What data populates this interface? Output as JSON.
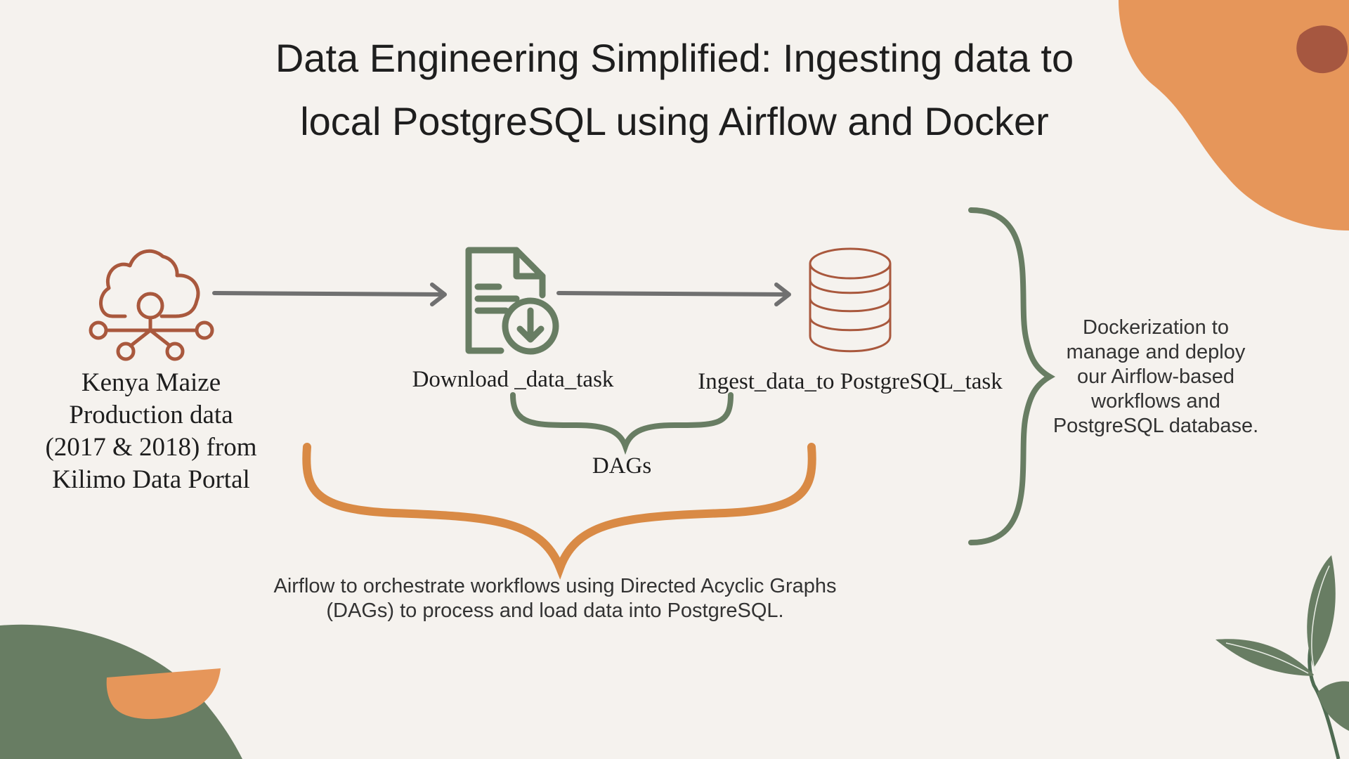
{
  "title": {
    "line1": "Data Engineering Simplified: Ingesting data to",
    "line2": "local PostgreSQL using Airflow and Docker"
  },
  "nodes": {
    "source": {
      "icon": "cloud-network-icon",
      "lines": [
        "Kenya Maize",
        "Production data",
        "(2017 & 2018) from",
        "Kilimo Data Portal"
      ]
    },
    "download": {
      "icon": "document-download-icon",
      "label": "Download _data_task"
    },
    "ingest": {
      "icon": "database-icon",
      "label": "Ingest_data_to PostgreSQL_task"
    }
  },
  "groups": {
    "dags": {
      "label": "DAGs"
    },
    "airflow": {
      "lines": [
        "Airflow to orchestrate workflows using Directed Acyclic Graphs",
        "(DAGs)  to process and load data into PostgreSQL."
      ]
    },
    "docker": {
      "lines": [
        "Dockerization to",
        "manage and deploy",
        "our Airflow-based",
        "workflows and",
        "PostgreSQL database."
      ]
    }
  },
  "colors": {
    "background": "#f5f2ee",
    "rust": "#a9583d",
    "sage": "#687d63",
    "orange": "#d98a45",
    "arrow_gray": "#707070",
    "blob_orange": "#e6965a",
    "blob_dark": "#a65740"
  }
}
